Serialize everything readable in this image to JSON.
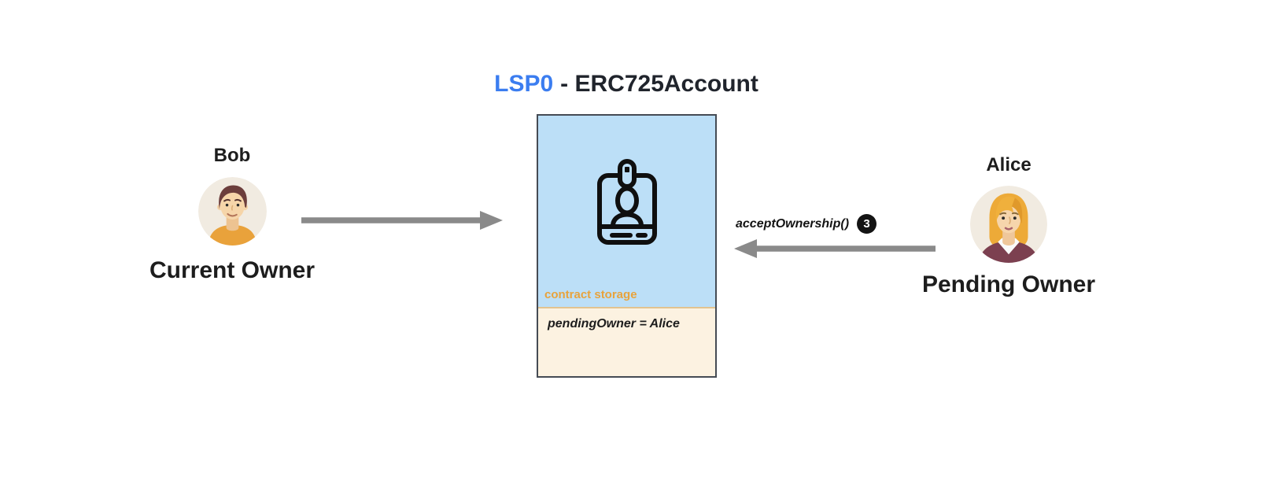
{
  "title": {
    "highlight": "LSP0",
    "rest": "- ERC725Account"
  },
  "actors": {
    "bob": {
      "name": "Bob",
      "role": "Current Owner"
    },
    "alice": {
      "name": "Alice",
      "role": "Pending Owner"
    }
  },
  "contract": {
    "icon": "id-badge-icon",
    "storage_label": "contract storage",
    "storage_entry": "pendingOwner = Alice"
  },
  "call": {
    "label": "acceptOwnership()",
    "step_badge": "3"
  },
  "arrows": {
    "left": {
      "name": "bob-to-contract",
      "direction": "right"
    },
    "right": {
      "name": "alice-to-contract",
      "direction": "left"
    }
  },
  "colors": {
    "accent_blue": "#3B7DF0",
    "storage_orange": "#E8A33C",
    "box_fill_blue": "#BCDFF7",
    "box_fill_cream": "#FCF2E1",
    "box_border": "#454B54",
    "divider_tan": "#E2C38F",
    "arrow_gray": "#8A8A8A",
    "text_dark": "#20242C",
    "badge_black": "#141414"
  }
}
